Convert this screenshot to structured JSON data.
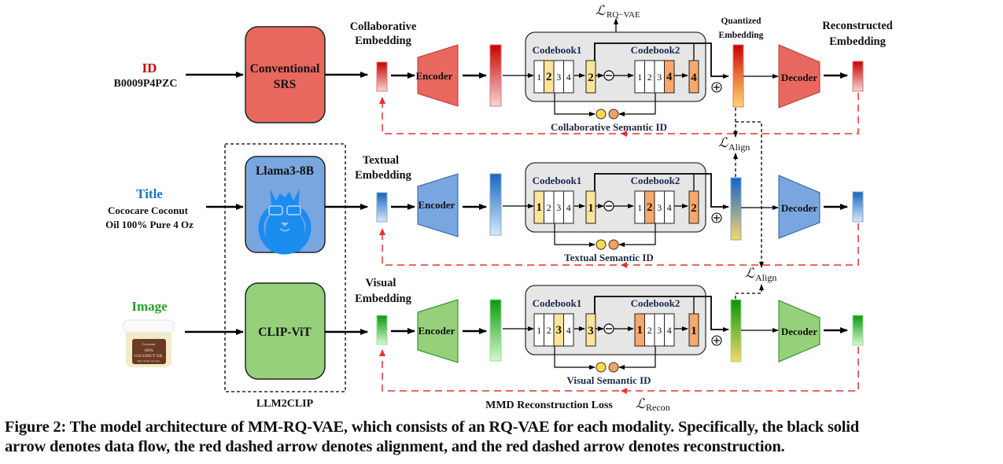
{
  "inputs": {
    "id": {
      "title": "ID",
      "value": "B0009P4PZC",
      "color": "#cc0000"
    },
    "title": {
      "title": "Title",
      "value_line1": "Cococare Coconut",
      "value_line2": "Oil 100% Pure 4 Oz",
      "color": "#1a73c8"
    },
    "image": {
      "title": "Image",
      "color": "#22a022",
      "product_label": [
        "Cococare",
        "100%",
        "COCONUT OIL",
        "Pure Aceite de Coco"
      ]
    }
  },
  "encoders": {
    "conventional": {
      "line1": "Conventional",
      "line2": "SRS"
    },
    "llama": {
      "label": "Llama3-8B"
    },
    "clip": {
      "label": "CLIP-ViT"
    },
    "group_label": "LLM2CLIP"
  },
  "embeddings": {
    "collaborative": {
      "line1": "Collaborative",
      "line2": "Embedding"
    },
    "textual": {
      "line1": "Textual",
      "line2": "Embedding"
    },
    "visual": {
      "line1": "Visual",
      "line2": "Embedding"
    },
    "quantized": {
      "line1": "Quantized",
      "line2": "Embedding"
    },
    "reconstructed": {
      "line1": "Reconstructed",
      "line2": "Embedding"
    }
  },
  "blocks": {
    "encoder": "Encoder",
    "decoder": "Decoder"
  },
  "rows": [
    {
      "name": "collaborative",
      "codebook1_label": "Codebook1",
      "codebook2_label": "Codebook2",
      "codebook1": [
        "1",
        "2",
        "3",
        "4"
      ],
      "codebook2": [
        "1",
        "2",
        "3",
        "4"
      ],
      "selected1": "2",
      "selected2": "4",
      "semantic_id_label": "Collaborative Semantic ID",
      "color": "#e8685f"
    },
    {
      "name": "textual",
      "codebook1_label": "Codebook1",
      "codebook2_label": "Codebook2",
      "codebook1": [
        "1",
        "2",
        "3",
        "4"
      ],
      "codebook2": [
        "1",
        "2",
        "3",
        "4"
      ],
      "selected1": "1",
      "selected2": "2",
      "semantic_id_label": "Textual Semantic ID",
      "color": "#7aa6e0"
    },
    {
      "name": "visual",
      "codebook1_label": "Codebook1",
      "codebook2_label": "Codebook2",
      "codebook1": [
        "1",
        "2",
        "3",
        "4"
      ],
      "codebook2": [
        "1",
        "2",
        "3",
        "4"
      ],
      "selected1": "3",
      "selected2": "1",
      "semantic_id_label": "Visual Semantic ID",
      "color": "#96d07a"
    }
  ],
  "losses": {
    "rqvae": {
      "script": "L",
      "sub": "RQ−VAE"
    },
    "align1": {
      "script": "L",
      "sub": "Align"
    },
    "align2": {
      "script": "L",
      "sub": "Align"
    },
    "recon": {
      "script": "L",
      "sub": "Recon",
      "prefix": "MMD Reconstruction Loss"
    }
  },
  "caption": {
    "line1": "Figure 2: The model architecture of MM-RQ-VAE, which consists of an RQ-VAE for each modality. Specifically, the black solid",
    "line2": "arrow denotes data flow, the red dashed arrow denotes alignment, and the red dashed arrow denotes reconstruction."
  },
  "colors": {
    "red_fill": "#e8685f",
    "blue_fill": "#7aa6e0",
    "green_fill": "#96d07a",
    "codebook_yellow": "#fde49a",
    "codebook_orange": "#f8a86c",
    "loss_dash": "#e8322c"
  }
}
